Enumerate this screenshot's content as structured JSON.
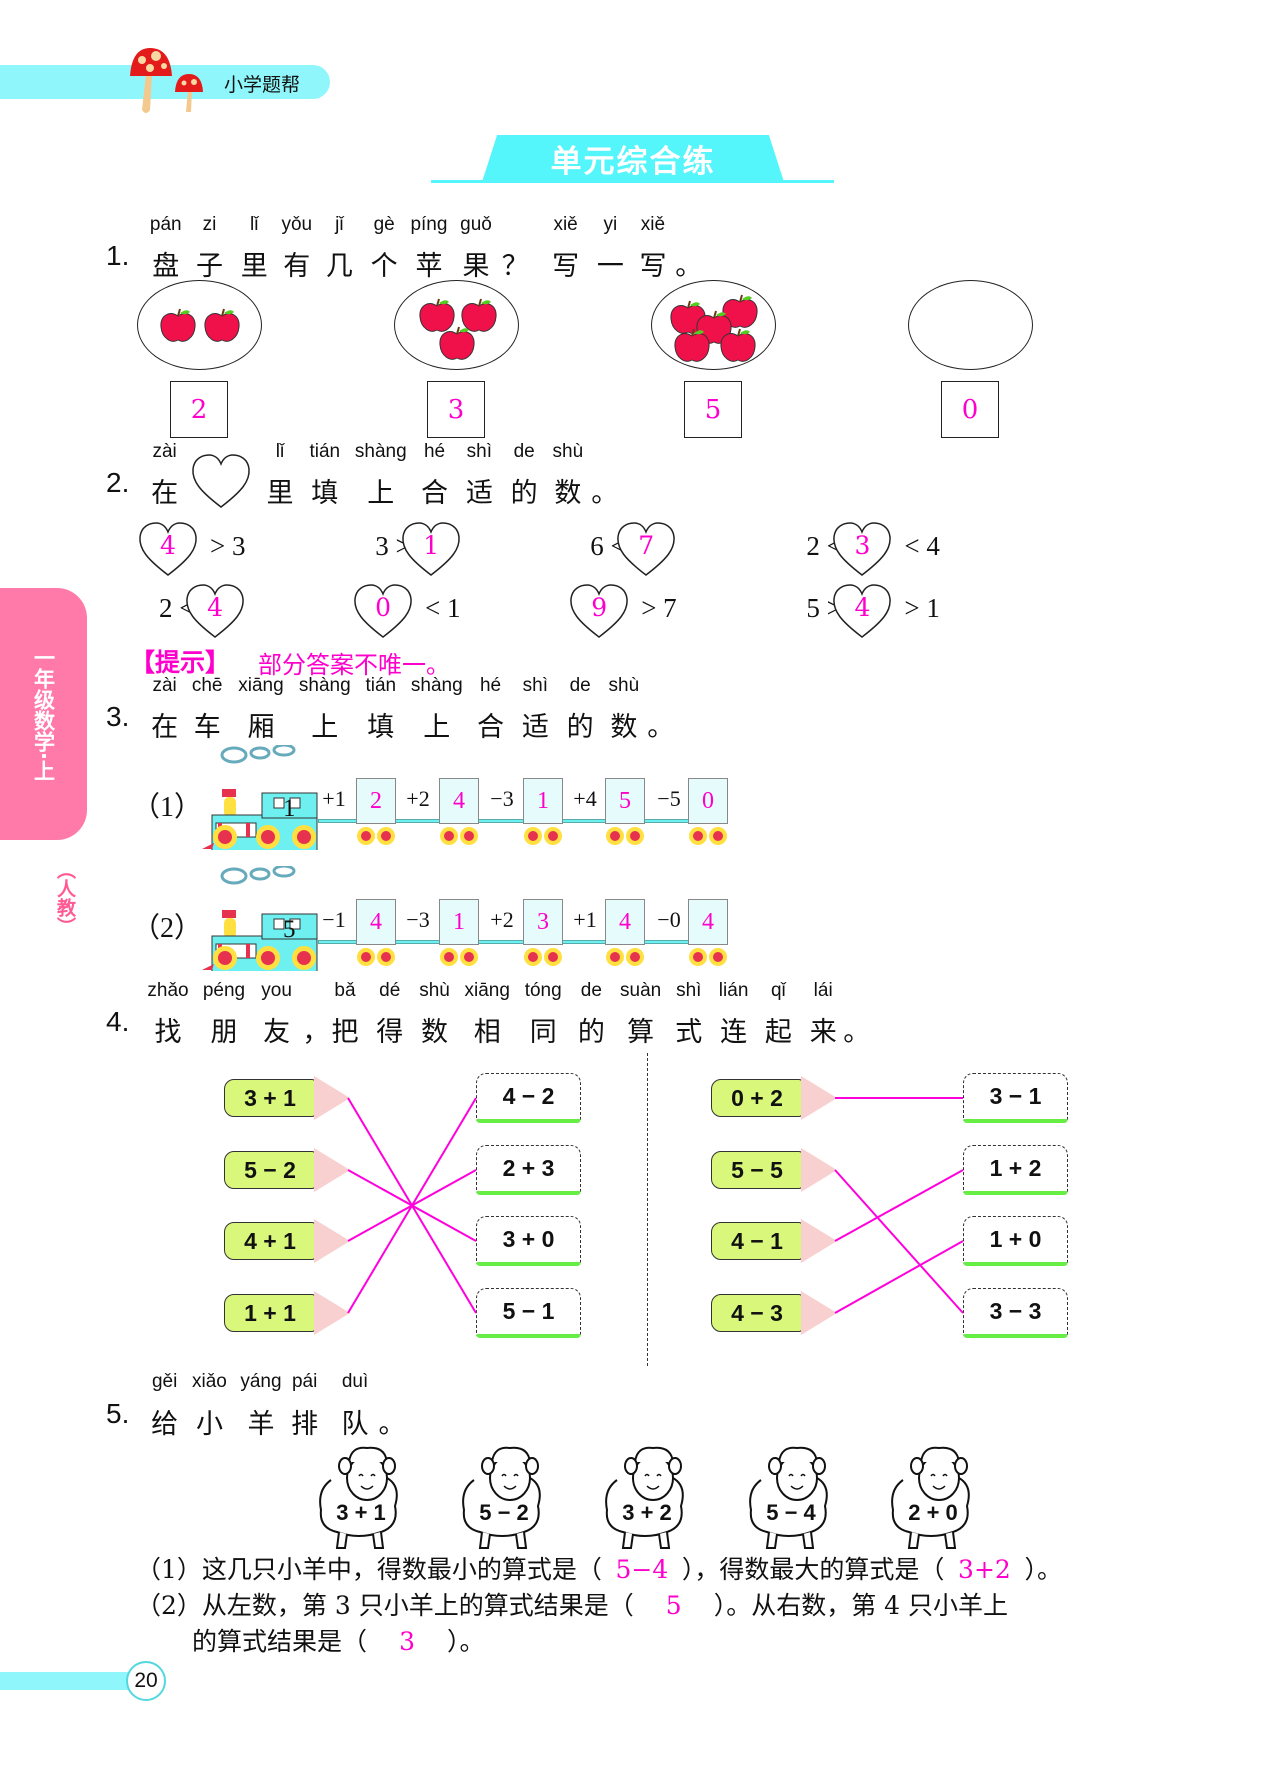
{
  "header": {
    "brand": "小学题帮",
    "title": "单元综合练",
    "side_tab": "一年级数学·上",
    "side_edition": "（人教）",
    "page_number": "20"
  },
  "q1": {
    "number": "1.",
    "chars": [
      "盘",
      "子",
      "里",
      "有",
      "几",
      "个",
      "苹",
      "果",
      "？",
      "写",
      "一",
      "写",
      "。"
    ],
    "pinyin": [
      "pán",
      "zi",
      "lǐ",
      "yǒu",
      "jǐ",
      "gè",
      "píng",
      "guǒ",
      "",
      "xiě",
      "yi",
      "xiě",
      ""
    ],
    "plates": [
      {
        "apples": 2,
        "answer": "2"
      },
      {
        "apples": 3,
        "answer": "3"
      },
      {
        "apples": 5,
        "answer": "5"
      },
      {
        "apples": 0,
        "answer": "0"
      }
    ]
  },
  "q2": {
    "number": "2.",
    "chars": [
      "在",
      "♡",
      "里",
      "填",
      "上",
      "合",
      "适",
      "的",
      "数",
      "。"
    ],
    "pinyin": [
      "zài",
      "",
      "lǐ",
      "tián",
      "shàng",
      "hé",
      "shì",
      "de",
      "shù",
      ""
    ],
    "items": [
      {
        "pre": "",
        "ans": "4",
        "post": "> 3"
      },
      {
        "pre": "3 >",
        "ans": "1",
        "post": ""
      },
      {
        "pre": "6 <",
        "ans": "7",
        "post": ""
      },
      {
        "pre": "2 <",
        "ans": "3",
        "post": "< 4"
      },
      {
        "pre": "2 <",
        "ans": "4",
        "post": ""
      },
      {
        "pre": "",
        "ans": "0",
        "post": "< 1"
      },
      {
        "pre": "",
        "ans": "9",
        "post": "> 7"
      },
      {
        "pre": "5 >",
        "ans": "4",
        "post": "> 1"
      }
    ],
    "hint_label": "【提示】",
    "hint_text": "部分答案不唯一。"
  },
  "q3": {
    "number": "3.",
    "chars": [
      "在",
      "车",
      "厢",
      "上",
      "填",
      "上",
      "合",
      "适",
      "的",
      "数",
      "。"
    ],
    "pinyin": [
      "zài",
      "chē",
      "xiāng",
      "shàng",
      "tián",
      "shàng",
      "hé",
      "shì",
      "de",
      "shù",
      ""
    ],
    "trains": [
      {
        "label": "（1）",
        "start": "1",
        "ops": [
          "+1",
          "+2",
          "−3",
          "+4",
          "−5"
        ],
        "answers": [
          "2",
          "4",
          "1",
          "5",
          "0"
        ]
      },
      {
        "label": "（2）",
        "start": "5",
        "ops": [
          "−1",
          "−3",
          "+2",
          "+1",
          "−0"
        ],
        "answers": [
          "4",
          "1",
          "3",
          "4",
          "4"
        ]
      }
    ]
  },
  "q4": {
    "number": "4.",
    "chars": [
      "找",
      "朋",
      "友",
      "，",
      "把",
      "得",
      "数",
      "相",
      "同",
      "的",
      "算",
      "式",
      "连",
      "起",
      "来",
      "。"
    ],
    "pinyin": [
      "zhǎo",
      "péng",
      "you",
      "",
      "bǎ",
      "dé",
      "shù",
      "xiāng",
      "tóng",
      "de",
      "suàn",
      "shì",
      "lián",
      "qǐ",
      "lái",
      ""
    ],
    "groups": [
      {
        "left": [
          "3 + 1",
          "5 − 2",
          "4 + 1",
          "1 + 1"
        ],
        "right": [
          "4 − 2",
          "2 + 3",
          "3 + 0",
          "5 − 1"
        ],
        "links": [
          3,
          2,
          1,
          0
        ]
      },
      {
        "left": [
          "0 + 2",
          "5 − 5",
          "4 − 1",
          "4 − 3"
        ],
        "right": [
          "3 − 1",
          "1 + 2",
          "1 + 0",
          "3 − 3"
        ],
        "links": [
          0,
          3,
          1,
          2
        ]
      }
    ]
  },
  "q5": {
    "number": "5.",
    "chars": [
      "给",
      "小",
      "羊",
      "排",
      "队",
      "。"
    ],
    "pinyin": [
      "gěi",
      "xiǎo",
      "yáng",
      "pái",
      "duì",
      ""
    ],
    "sheep": [
      "3 + 1",
      "5 − 2",
      "3 + 2",
      "5 − 4",
      "2 + 0"
    ],
    "s1_a": "（1）这几只小羊中，得数最小的算式是（",
    "s1_ans1": "5−4",
    "s1_b": "），得数最大的算式是（",
    "s1_ans2": "3+2",
    "s1_c": "）。",
    "s2_a": "（2）从左数，第 3 只小羊上的算式结果是（",
    "s2_ans1": "5",
    "s2_b": "）。从右数，第 4 只小羊上",
    "s2_c": "的算式结果是（",
    "s2_ans2": "3",
    "s2_d": "）。"
  },
  "colors": {
    "accent": "#54f5fb",
    "answer": "#ff00cc",
    "side": "#ff7aa8"
  }
}
